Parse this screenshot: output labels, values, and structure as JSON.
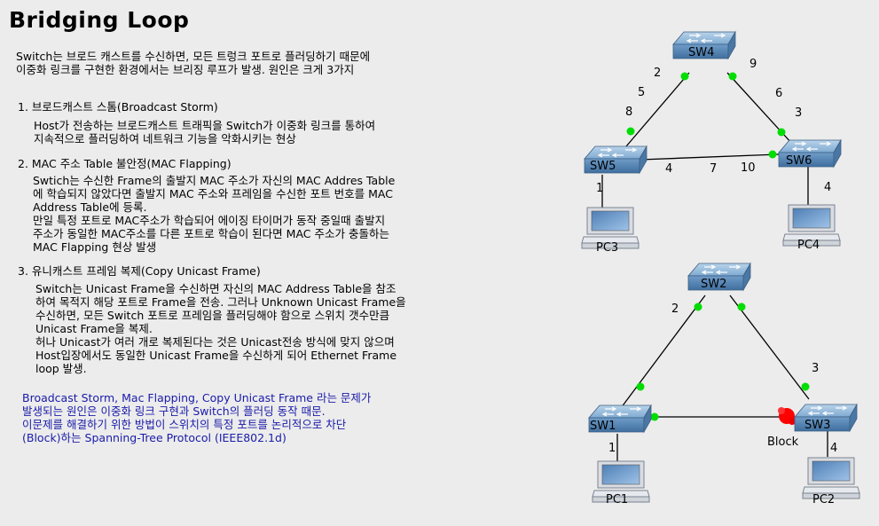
{
  "title": "Bridging Loop",
  "intro": [
    "Switch는 브로드 캐스트를 수신하면, 모든 트렁크 포트로 플러딩하기 때문에",
    "이중화 링크를 구현한 환경에서는 브리징 루프가 발생. 원인은 크게 3가지"
  ],
  "sections": [
    {
      "heading": "1. 브로드캐스트 스톰(Broadcast Storm)",
      "lines": [
        "Host가 전송하는 브로드캐스트 트래픽을 Switch가 이중화 링크를 통하여",
        "지속적으로 플러딩하여 네트워크 기능을 악화시키는 현상"
      ]
    },
    {
      "heading": "2. MAC 주소 Table 불안정(MAC Flapping)",
      "lines": [
        "Swtich는 수신한 Frame의 출발지 MAC 주소가 자신의 MAC Addres Table",
        "에 학습되지 않았다면 출발지 MAC 주소와 프레임을 수신한 포트 번호를 MAC",
        "Address Table에 등록.",
        "만일 특정 포트로 MAC주소가 학습되어 에이징 타이머가 동작 중일때 출발지",
        "주소가 동일한 MAC주소를 다른 포트로 학습이 된다면 MAC 주소가 충돌하는",
        "MAC Flapping 현상 발생"
      ]
    },
    {
      "heading": "3. 유니캐스트 프레임 복제(Copy Unicast Frame)",
      "lines": [
        "Switch는 Unicast Frame을 수신하면 자신의 MAC Address Table을 참조",
        "하여 목적지 해당 포트로 Frame을 전송. 그러나 Unknown Unicast Frame을",
        "수신하면, 모든 Switch 포트로 프레임을 플러딩해야 함으로 스위치 갯수만큼",
        "Unicast Frame을 복제.",
        "허나 Unicast가 여러 개로 복제된다는 것은 Unicast전송 방식에 맞지 않으며",
        "Host입장에서도 동일한 Unicast Frame을 수신하게 되어 Ethernet Frame",
        "loop 발생."
      ]
    }
  ],
  "summary": [
    "Broadcast Storm, Mac Flapping, Copy Unicast Frame 라는 문제가",
    "발생되는 원인은 이중화 링크 구현과 Switch의 플러딩 동작 때문.",
    "이문제를 해결하기 위한 방법이 스위치의 특정 포트를 논리적으로 차단",
    "(Block)하는 Spanning-Tree Protocol (IEEE802.1d)"
  ],
  "colors": {
    "summary": "#1a1aaa",
    "port_up": "#00dd00",
    "port_block": "#ff0000",
    "switch": "#5f8fbf"
  },
  "top_diagram": {
    "switches": [
      "SW4",
      "SW5",
      "SW6"
    ],
    "pcs": [
      "PC3",
      "PC4"
    ],
    "ports": {
      "sw4_left": "2",
      "sw4_right": "9",
      "sw5_left_up1": "5",
      "sw5_left_up2": "8",
      "sw6_right_up1": "6",
      "sw6_right_up2": "3",
      "bottom_a": "4",
      "bottom_b": "7",
      "bottom_c": "10",
      "pc3": "1",
      "pc4": "4"
    }
  },
  "bottom_diagram": {
    "switches": [
      "SW2",
      "SW1",
      "SW3"
    ],
    "pcs": [
      "PC1",
      "PC2"
    ],
    "ports": {
      "sw2_left": "2",
      "sw3_up": "3",
      "pc1": "1",
      "pc2": "4"
    },
    "block_label": "Block"
  }
}
